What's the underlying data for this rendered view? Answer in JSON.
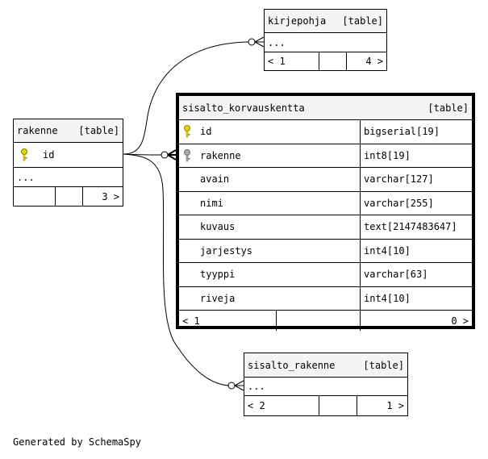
{
  "tables": {
    "kirjepohja": {
      "name": "kirjepohja",
      "type": "[table]",
      "ellipsis": "...",
      "parents": "< 1",
      "children": "4 >"
    },
    "rakenne": {
      "name": "rakenne",
      "type": "[table]",
      "column": "id",
      "ellipsis": "...",
      "children": "3 >"
    },
    "sisalto_korvauskentta": {
      "name": "sisalto_korvauskentta",
      "type": "[table]",
      "columns": [
        {
          "name": "id",
          "type": "bigserial[19]",
          "key": "primary"
        },
        {
          "name": "rakenne",
          "type": "int8[19]",
          "key": "foreign"
        },
        {
          "name": "avain",
          "type": "varchar[127]",
          "key": ""
        },
        {
          "name": "nimi",
          "type": "varchar[255]",
          "key": ""
        },
        {
          "name": "kuvaus",
          "type": "text[2147483647]",
          "key": ""
        },
        {
          "name": "jarjestys",
          "type": "int4[10]",
          "key": ""
        },
        {
          "name": "tyyppi",
          "type": "varchar[63]",
          "key": ""
        },
        {
          "name": "riveja",
          "type": "int4[10]",
          "key": ""
        }
      ],
      "parents": "< 1",
      "children": "0 >"
    },
    "sisalto_rakenne": {
      "name": "sisalto_rakenne",
      "type": "[table]",
      "ellipsis": "...",
      "parents": "< 2",
      "children": "1 >"
    }
  },
  "colors": {
    "primary_key": "#e6d800",
    "foreign_key": "#a8a8a8",
    "header_bg": "#f4f4f4"
  },
  "footer": "Generated by SchemaSpy"
}
